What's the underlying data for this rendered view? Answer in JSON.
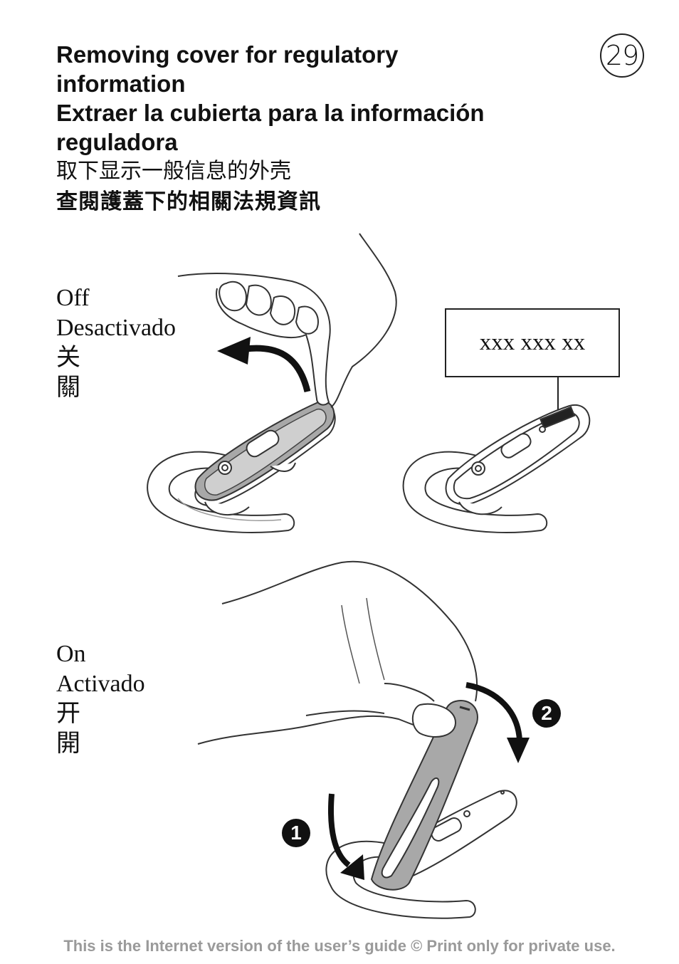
{
  "heading": {
    "en_line1": "Removing cover for regulatory",
    "en_line2": "information",
    "es_line1": "Extraer la cubierta para la información",
    "es_line2": "reguladora",
    "zh_simplified": "取下显示一般信息的外壳",
    "zh_traditional": "查閱護蓋下的相關法規資訊"
  },
  "page_number": "29",
  "off_labels": {
    "en": "Off",
    "es": "Desactivado",
    "zh_simplified": "关",
    "zh_traditional": "關"
  },
  "on_labels": {
    "en": "On",
    "es": "Activado",
    "zh_simplified": "开",
    "zh_traditional": "開"
  },
  "regulatory_label": "xxx xxx xx",
  "steps": {
    "step1": "1",
    "step2": "2"
  },
  "footer": "This is the Internet version of the user’s guide © Print only for private use."
}
